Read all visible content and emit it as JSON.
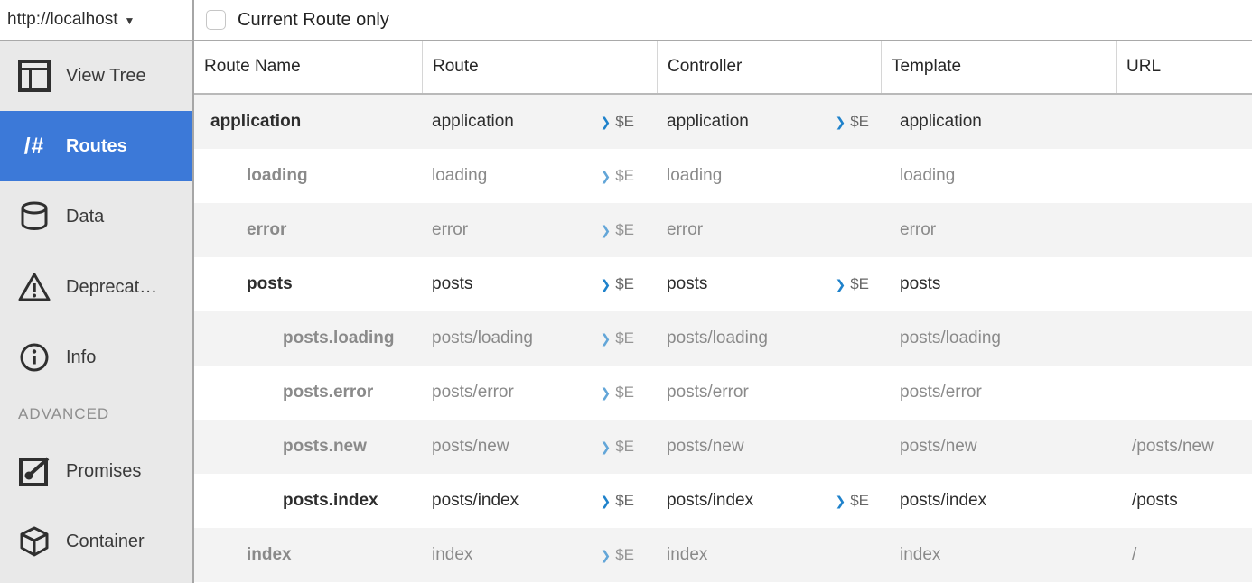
{
  "app": {
    "url_label": "http://localhost",
    "dropdown_arrow": "▼"
  },
  "toolbar": {
    "checkbox_label": "Current Route only",
    "checkbox_checked": false
  },
  "sidebar": {
    "items": [
      {
        "label": "View Tree",
        "icon": "view-tree-icon",
        "selected": false
      },
      {
        "label": "Routes",
        "icon": "routes-icon",
        "icon_text": "/#",
        "selected": true
      },
      {
        "label": "Data",
        "icon": "database-icon",
        "selected": false
      },
      {
        "label": "Deprecat…",
        "icon": "warning-icon",
        "selected": false
      },
      {
        "label": "Info",
        "icon": "info-icon",
        "selected": false
      }
    ],
    "advanced_label": "ADVANCED",
    "advanced_items": [
      {
        "label": "Promises",
        "icon": "promises-icon",
        "selected": false
      },
      {
        "label": "Container",
        "icon": "container-icon",
        "selected": false
      }
    ]
  },
  "table": {
    "columns": [
      "Route Name",
      "Route",
      "Controller",
      "Template",
      "URL"
    ],
    "inspect_label": "$E",
    "chevron_glyph": "❯",
    "rows": [
      {
        "route_name": "application",
        "indent": 0,
        "route": "application",
        "route_inspect": true,
        "controller": "application",
        "controller_inspect": true,
        "template": "application",
        "url": "",
        "active": true
      },
      {
        "route_name": "loading",
        "indent": 1,
        "route": "loading",
        "route_inspect": true,
        "controller": "loading",
        "controller_inspect": false,
        "template": "loading",
        "url": "",
        "active": false
      },
      {
        "route_name": "error",
        "indent": 1,
        "route": "error",
        "route_inspect": true,
        "controller": "error",
        "controller_inspect": false,
        "template": "error",
        "url": "",
        "active": false
      },
      {
        "route_name": "posts",
        "indent": 1,
        "route": "posts",
        "route_inspect": true,
        "controller": "posts",
        "controller_inspect": true,
        "template": "posts",
        "url": "",
        "active": true
      },
      {
        "route_name": "posts.loading",
        "indent": 2,
        "route": "posts/loading",
        "route_inspect": true,
        "controller": "posts/loading",
        "controller_inspect": false,
        "template": "posts/loading",
        "url": "",
        "active": false
      },
      {
        "route_name": "posts.error",
        "indent": 2,
        "route": "posts/error",
        "route_inspect": true,
        "controller": "posts/error",
        "controller_inspect": false,
        "template": "posts/error",
        "url": "",
        "active": false
      },
      {
        "route_name": "posts.new",
        "indent": 2,
        "route": "posts/new",
        "route_inspect": true,
        "controller": "posts/new",
        "controller_inspect": false,
        "template": "posts/new",
        "url": "/posts/new",
        "active": false
      },
      {
        "route_name": "posts.index",
        "indent": 2,
        "route": "posts/index",
        "route_inspect": true,
        "controller": "posts/index",
        "controller_inspect": true,
        "template": "posts/index",
        "url": "/posts",
        "active": true
      },
      {
        "route_name": "index",
        "indent": 1,
        "route": "index",
        "route_inspect": true,
        "controller": "index",
        "controller_inspect": false,
        "template": "index",
        "url": "/",
        "active": false
      }
    ]
  },
  "colors": {
    "accent_blue": "#3c79d8",
    "chevron_blue": "#1f82cb",
    "row_stripe": "#f3f3f3",
    "active_text": "#2d2d2d",
    "inactive_text": "#8a8a8a",
    "sidebar_bg": "#e9e9e9"
  }
}
